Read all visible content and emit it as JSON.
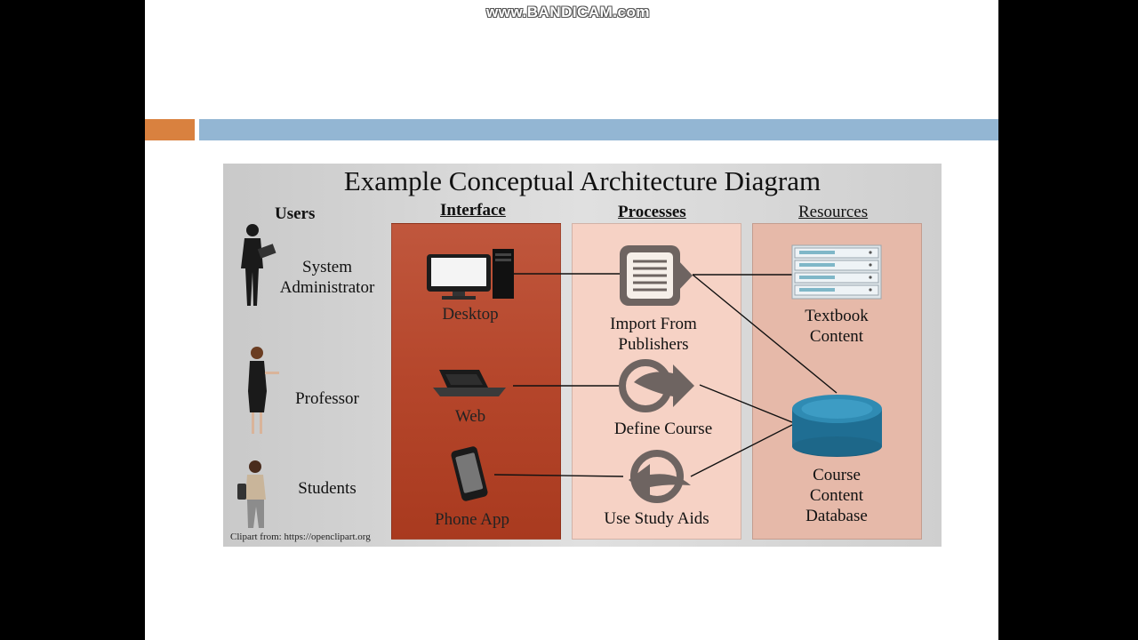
{
  "watermark": "www.BANDICAM.com",
  "diagram": {
    "title": "Example Conceptual Architecture Diagram",
    "users_heading": "Users",
    "columns": {
      "interface": "Interface",
      "processes": "Processes",
      "resources": "Resources"
    },
    "users": [
      {
        "label_line1": "System",
        "label_line2": "Administrator"
      },
      {
        "label_line1": "Professor"
      },
      {
        "label_line1": "Students"
      }
    ],
    "interface_items": [
      {
        "label": "Desktop",
        "icon": "desktop-computer-icon"
      },
      {
        "label": "Web",
        "icon": "laptop-icon"
      },
      {
        "label": "Phone App",
        "icon": "smartphone-icon"
      }
    ],
    "process_items": [
      {
        "label_line1": "Import From",
        "label_line2": "Publishers",
        "icon": "document-import-icon"
      },
      {
        "label_line1": "Define Course",
        "icon": "circular-arrow-right-icon"
      },
      {
        "label_line1": "Use Study Aids",
        "icon": "circular-arrow-left-icon"
      }
    ],
    "resource_items": [
      {
        "label_line1": "Textbook",
        "label_line2": "Content",
        "icon": "server-rack-icon"
      },
      {
        "label_line1": "Course",
        "label_line2": "Content",
        "label_line3": "Database",
        "icon": "database-cylinder-icon"
      }
    ],
    "credit": "Clipart from: https://openclipart.org",
    "colors": {
      "interface_panel": "#b5462b",
      "process_panel": "#f6d2c5",
      "resource_panel": "#e6b9a9",
      "accent_orange": "#d9813f",
      "accent_blue": "#93b6d3",
      "database": "#1f6e93"
    }
  }
}
